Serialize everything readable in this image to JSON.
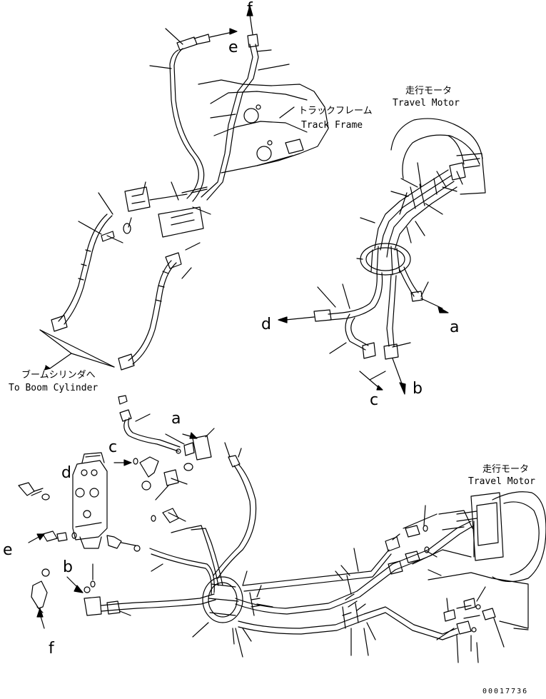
{
  "labels": {
    "track_frame_jp": "トラックフレーム",
    "track_frame_en": "Track Frame",
    "travel_motor_jp_1": "走行モータ",
    "travel_motor_en_1": "Travel Motor",
    "travel_motor_jp_2": "走行モータ",
    "travel_motor_en_2": "Travel Motor",
    "boom_cyl_jp": "ブームシリンダへ",
    "boom_cyl_en": "To Boom Cylinder"
  },
  "callouts": {
    "f_top": "f",
    "e_top": "e",
    "d_right": "d",
    "a_right": "a",
    "b_right": "b",
    "c_right": "c",
    "a_bottom": "a",
    "c_bottom": "c",
    "d_bottom": "d",
    "e_bottom": "e",
    "b_bottom": "b",
    "f_bottom": "f"
  },
  "drawing_number": "00017736"
}
